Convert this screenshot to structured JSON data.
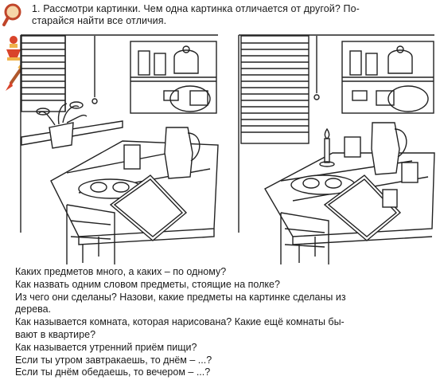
{
  "task": {
    "number": "1.",
    "text_line1": "Рассмотри картинки. Чем одна картинка отличается от другой? По-",
    "text_line2": "старайся найти все отличия."
  },
  "icons": [
    "magnifier-icon",
    "bookmark-icon",
    "brush-icon"
  ],
  "questions": [
    "Каких предметов много, а каких – по одному?",
    "Как назвать одним словом предметы, стоящие на полке?",
    "Из чего они сделаны? Назови, какие предметы на картинке сделаны из",
    "дерева.",
    "Как называется комната, которая нарисована? Какие ещё комнаты бы-",
    "вают в квартире?",
    "Как называется утренний приём пищи?",
    "Если ты утром завтракаешь, то днём – ...?",
    "Если ты днём обедаешь, то вечером – ...?"
  ]
}
